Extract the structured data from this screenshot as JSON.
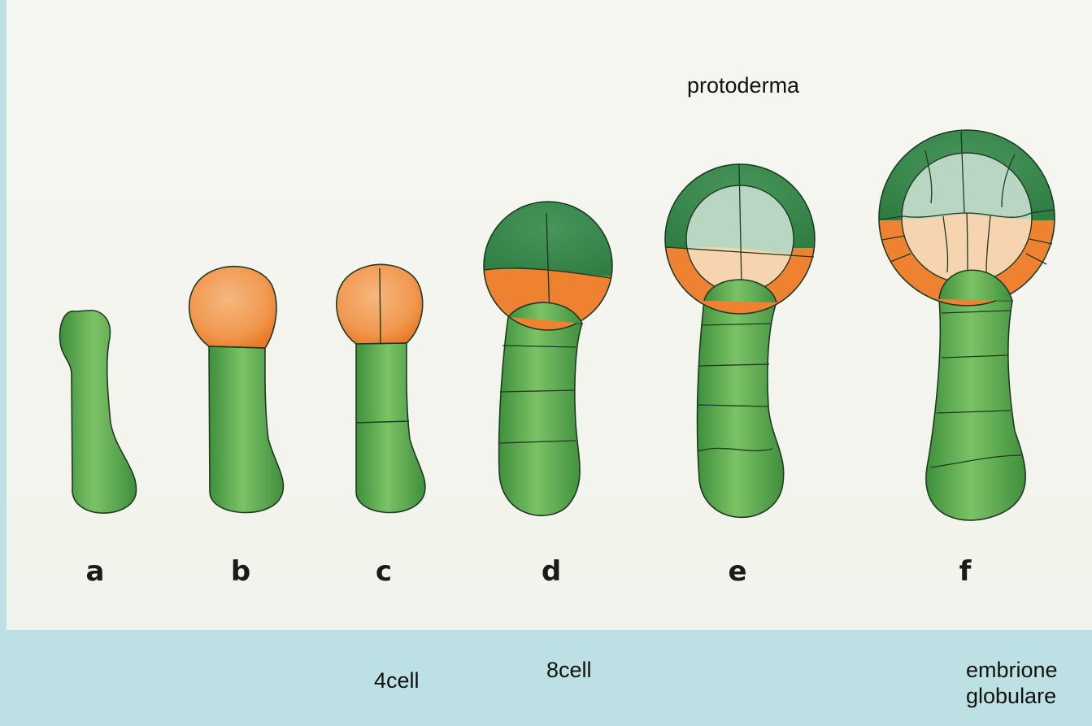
{
  "annotations": {
    "protoderma": "protoderma",
    "cell4": "4cell",
    "cell8": "8cell",
    "embrione_line1": "embrione",
    "embrione_line2": "globulare"
  },
  "stages": [
    {
      "id": "a",
      "label": "a"
    },
    {
      "id": "b",
      "label": "b"
    },
    {
      "id": "c",
      "label": "c"
    },
    {
      "id": "d",
      "label": "d"
    },
    {
      "id": "e",
      "label": "e"
    },
    {
      "id": "f",
      "label": "f"
    }
  ],
  "colors": {
    "background": "#bde0e4",
    "suspensor_green": "#5eac4e",
    "dark_green": "#3b8a4a",
    "pale_green": "#b9d6c3",
    "orange": "#ee8230",
    "peach": "#f6d4b0",
    "outline": "#1f3a22"
  }
}
